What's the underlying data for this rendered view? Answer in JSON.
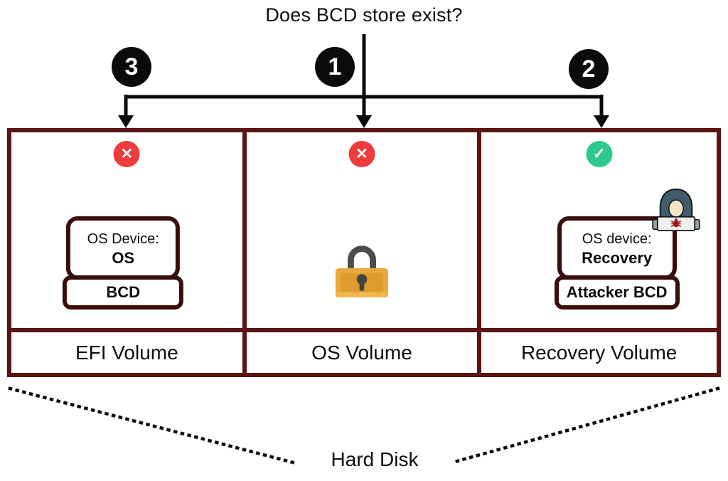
{
  "title": "Does BCD store exist?",
  "steps": {
    "efi": "3",
    "os": "1",
    "recovery": "2"
  },
  "icons": {
    "fail_glyph": "✕",
    "success_glyph": "✓"
  },
  "columns": [
    {
      "label": "EFI Volume",
      "status": "fail",
      "device": {
        "line1": "OS Device:",
        "line2": "OS",
        "sub": "BCD"
      }
    },
    {
      "label": "OS Volume",
      "status": "fail",
      "icon": "lock"
    },
    {
      "label": "Recovery Volume",
      "status": "success",
      "icon": "hacker",
      "device": {
        "line1": "OS device:",
        "line2": "Recovery",
        "sub": "Attacker BCD"
      }
    }
  ],
  "footer": "Hard Disk",
  "colors": {
    "outer_border": "#5a1414",
    "inner_border": "#3a0c0c",
    "fail": "#ee3b3b",
    "success": "#2ec98c",
    "lock_body": "#eaa93c",
    "line": "#0b0b0b"
  }
}
